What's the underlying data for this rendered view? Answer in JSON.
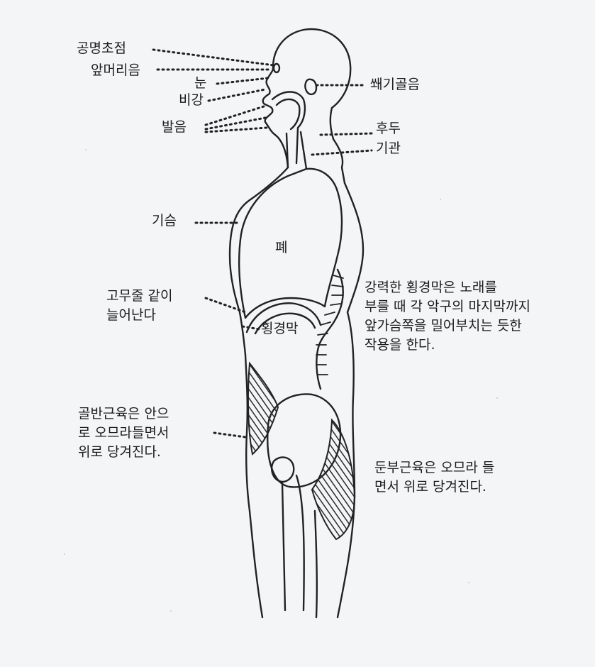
{
  "labels": {
    "resonance_focus": "공명초점",
    "forehead_resonance": "앞머리음",
    "eye": "눈",
    "nasal_cavity": "비강",
    "articulation": "발음",
    "sphenoid_resonance": "쐐기골음",
    "larynx": "후두",
    "trachea": "기관",
    "chest": "기슴",
    "lung": "폐",
    "rubber_band": "고무줄 같이\n늘어난다",
    "diaphragm": "횡경막",
    "diaphragm_note": "강력한 횡경막은 노래를\n부를 때 각 악구의 마지막까지\n앞가슴쪽을 밀어부치는 듯한\n작용을 한다.",
    "pelvic_muscles": "골반근육은 안으\n로 오므라들면서\n위로 당겨진다.",
    "gluteal_muscles": "둔부근육은 오므라 들\n면서 위로 당겨진다."
  }
}
